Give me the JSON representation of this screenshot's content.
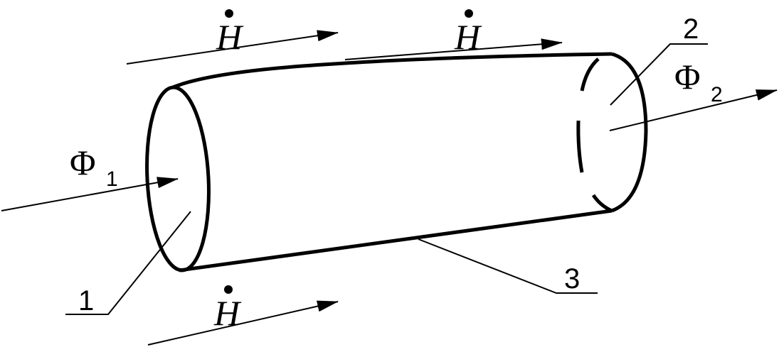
{
  "labels": {
    "field_symbol": "H",
    "flux_symbol": "Φ",
    "flux_in_subscript": "1",
    "flux_out_subscript": "2",
    "callout_1": "1",
    "callout_2": "2",
    "callout_3": "3"
  },
  "colors": {
    "stroke": "#000000",
    "background": "#ffffff"
  }
}
